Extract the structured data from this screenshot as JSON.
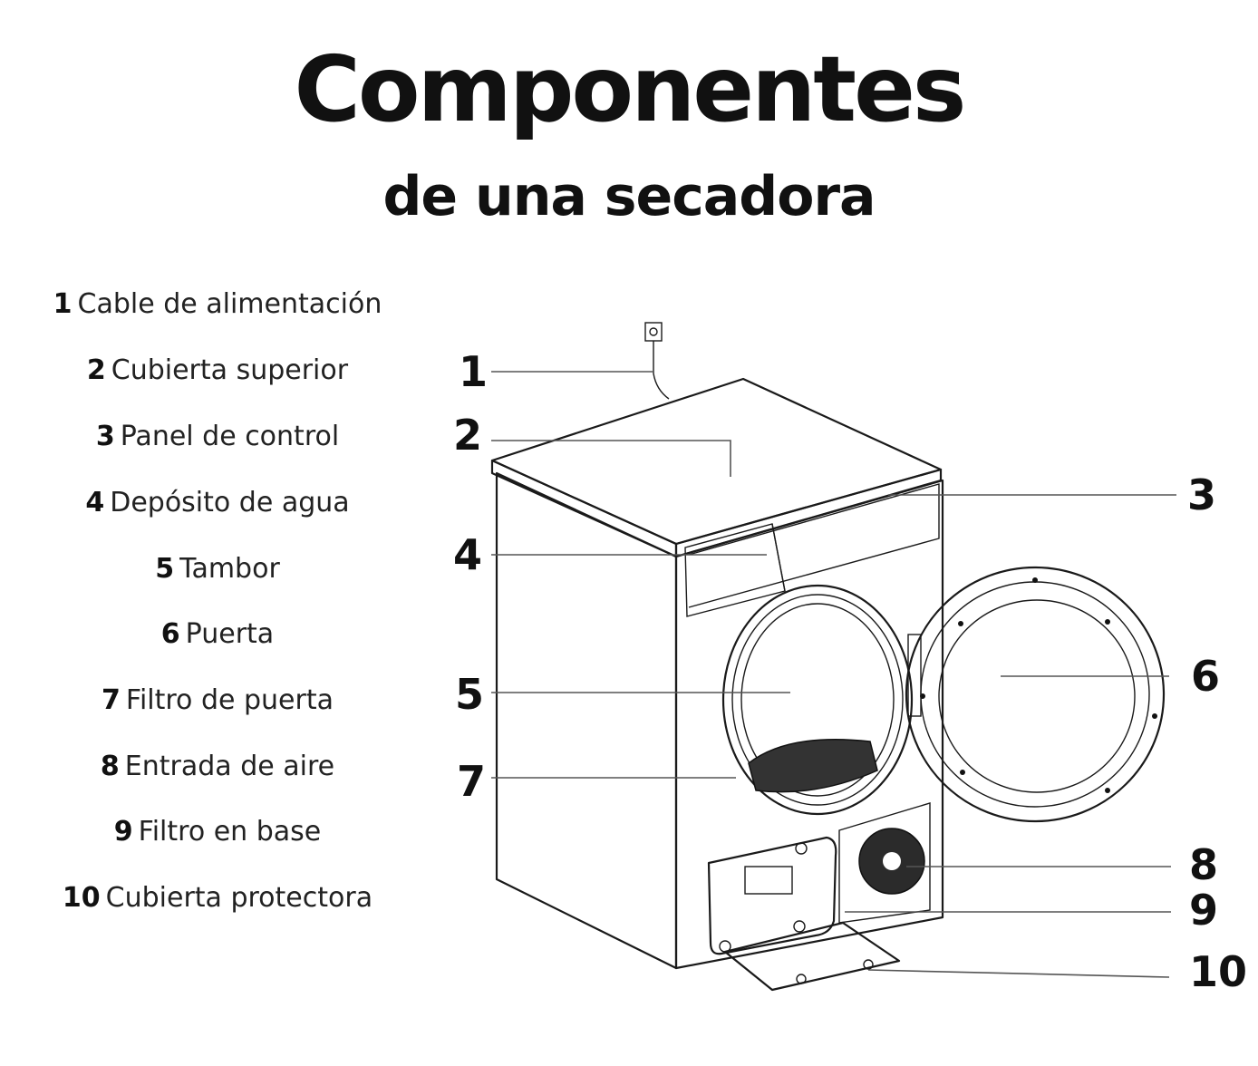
{
  "header": {
    "title": "Componentes",
    "subtitle": "de una secadora"
  },
  "legend": [
    {
      "num": "1",
      "label": "Cable de alimentación"
    },
    {
      "num": "2",
      "label": "Cubierta superior"
    },
    {
      "num": "3",
      "label": "Panel de control"
    },
    {
      "num": "4",
      "label": "Depósito de agua"
    },
    {
      "num": "5",
      "label": "Tambor"
    },
    {
      "num": "6",
      "label": "Puerta"
    },
    {
      "num": "7",
      "label": "Filtro de puerta"
    },
    {
      "num": "8",
      "label": "Entrada de aire"
    },
    {
      "num": "9",
      "label": "Filtro en base"
    },
    {
      "num": "10",
      "label": "Cubierta protectora"
    }
  ],
  "callouts": [
    "1",
    "2",
    "3",
    "4",
    "5",
    "6",
    "7",
    "8",
    "9",
    "10"
  ]
}
